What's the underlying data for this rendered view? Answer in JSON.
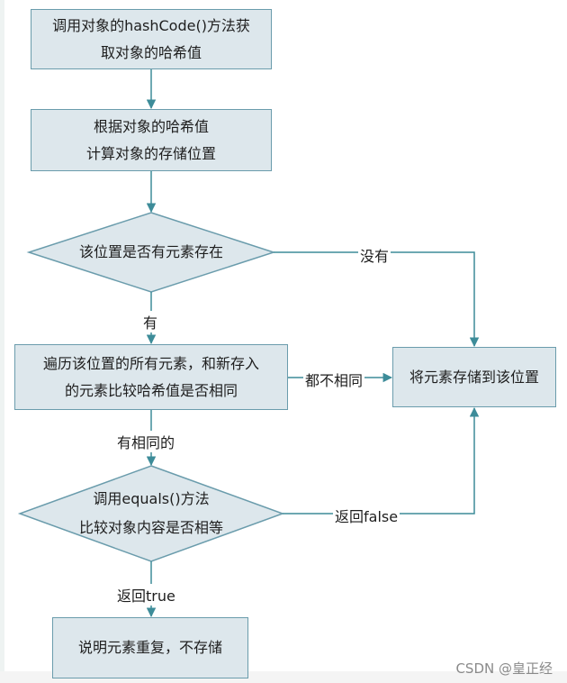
{
  "nodes": {
    "step1": {
      "line1": "调用对象的hashCode()方法获",
      "line2": "取对象的哈希值"
    },
    "step2": {
      "line1": "根据对象的哈希值",
      "line2": "计算对象的存储位置"
    },
    "decision1": {
      "text": "该位置是否有元素存在"
    },
    "step3": {
      "line1": "遍历该位置的所有元素，和新存入",
      "line2": "的元素比较哈希值是否相同"
    },
    "store": {
      "text": "将元素存储到该位置"
    },
    "decision2": {
      "line1": "调用equals()方法",
      "line2": "比较对象内容是否相等"
    },
    "result": {
      "text": "说明元素重复，不存储"
    }
  },
  "edges": {
    "no": "没有",
    "yes": "有",
    "all_different": "都不相同",
    "some_same": "有相同的",
    "returns_false": "返回false",
    "returns_true": "返回true"
  },
  "colors": {
    "box_fill": "#dde7ec",
    "box_border": "#6a9cac",
    "line": "#3d8c99"
  },
  "watermark": "CSDN @皇正经"
}
